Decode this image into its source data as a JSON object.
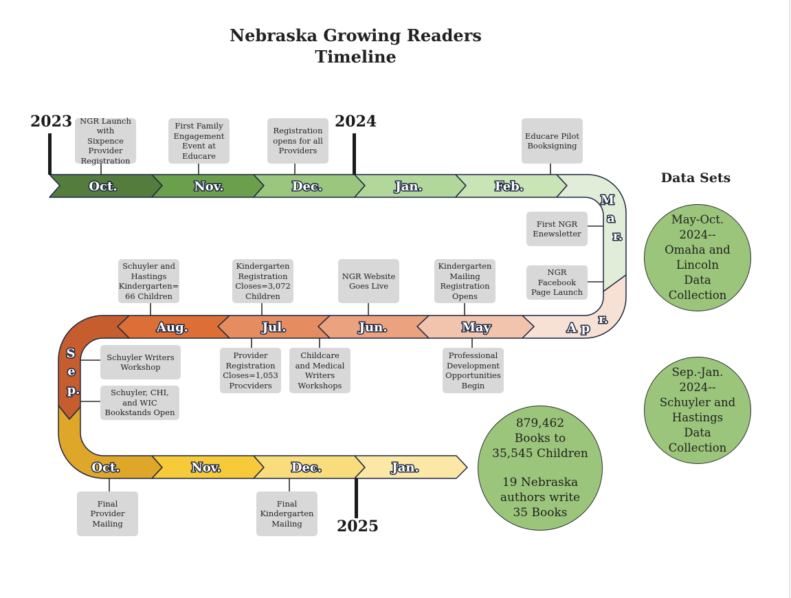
{
  "title": {
    "line1": "Nebraska Growing Readers",
    "line2": "Timeline"
  },
  "years": {
    "y2023": "2023",
    "y2024": "2024",
    "y2025": "2025"
  },
  "months": {
    "oct23": "Oct.",
    "nov23": "Nov.",
    "dec23": "Dec.",
    "jan24": "Jan.",
    "feb24": "Feb.",
    "mar": "Mar.",
    "apr": "Apr.",
    "may": "May",
    "jun": "Jun.",
    "jul": "Jul.",
    "aug": "Aug.",
    "sep": "Sep.",
    "oct24": "Oct.",
    "nov24": "Nov.",
    "dec24": "Dec.",
    "jan25": "Jan."
  },
  "milestones": {
    "ngr_launch": "NGR Launch with Sixpence Provider Registration",
    "first_family": "First Family Engagement Event at Educare",
    "registration_opens": "Registration opens for all Providers",
    "educare_pilot": "Educare Pilot Booksigning",
    "first_enewsletter": "First NGR Enewsletter",
    "facebook": "NGR Facebook Page Launch",
    "schuyler_hastings_k": "Schuyler and Hastings Kindergarten= 66 Children",
    "k_reg_closes": "Kindergarten Registration Closes=3,072 Children",
    "website": "NGR Website Goes Live",
    "k_mailing": "Kindergarten Mailing Registration Opens",
    "provider_reg_closes": "Provider Registration Closes=1,053 Procviders",
    "childcare_medical": "Childcare and Medical Writers Workshops",
    "prof_dev": "Professional Development Opportunities Begin",
    "schuyler_writers": "Schuyler Writers Workshop",
    "bookstands": "Schuyler, CHI, and WIC Bookstands Open",
    "final_provider": "Final Provider Mailing",
    "final_k": "Final Kindergarten Mailing"
  },
  "stats": {
    "line1": "879,462",
    "line2": "Books to",
    "line3": "35,545 Children",
    "line4": "19 Nebraska",
    "line5": "authors write",
    "line6": "35 Books"
  },
  "datasets": {
    "heading": "Data Sets",
    "set1": [
      "May-Oct.",
      "2024--",
      "Omaha and",
      "Lincoln",
      "Data",
      "Collection"
    ],
    "set2": [
      "Sep.-Jan.",
      "2024--",
      "Schuyler and",
      "Hastings",
      "Data",
      "Collection"
    ]
  },
  "colors": {
    "oct23": "#537c3d",
    "nov23": "#6aa04b",
    "dec23": "#9ac67e",
    "jan24": "#b2d79a",
    "feb24": "#c9e4b5",
    "mar": "#e2edd9",
    "apr": "#f7e1d5",
    "may": "#f2c4ad",
    "jun": "#eba27f",
    "jul": "#e58c60",
    "aug": "#dd6f36",
    "sep": "#c55d2f",
    "oct24": "#dea72a",
    "nov24": "#f7ca39",
    "dec24": "#f9dc7c",
    "jan25": "#fbe8a6",
    "circle": "#9cc57c",
    "label": "#d8d8d8",
    "outline": "#1d2740"
  }
}
